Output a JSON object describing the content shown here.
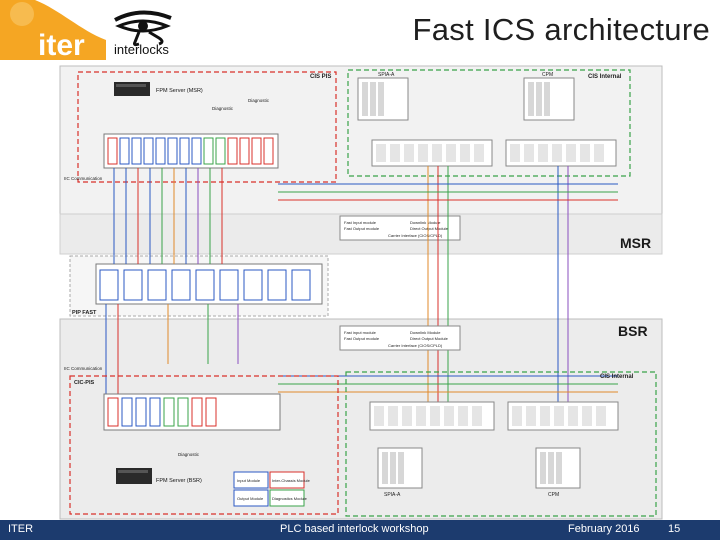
{
  "header": {
    "title": "Fast ICS architecture",
    "logo_text": "iter",
    "logo_subtext": "interlocks"
  },
  "diagram": {
    "zone_labels": {
      "cis_pis": "CIS PIS",
      "cis_internal_top": "CIS Internal",
      "spia_a_top": "SPIA-A",
      "cpm_top": "CPM",
      "msr": "MSR",
      "bsr": "BSR",
      "pip_fast": "PIP FAST",
      "cis_internal_bottom": "CIS Internal",
      "cic_pis": "CIC-PIS",
      "ic_comm_top": "IIC Communication",
      "ic_comm_bottom": "IIC Communication",
      "spia_a_bottom": "SPIA-A",
      "cpm_bottom": "CPM"
    },
    "server_labels": {
      "top": "FPM Server (MSR)",
      "bottom": "FPM Server (BSR)"
    },
    "diagnostic_labels": [
      "Diagnostic",
      "Diagnostic",
      "Diagnostic"
    ],
    "legend": {
      "input": "Input Module",
      "inter_chassis": "Inter-Chassis Module",
      "output": "Output Module",
      "diagnostic": "Diagnostics Module"
    },
    "interface_box_top": {
      "line1": "Fast Input module",
      "line2": "Fast Output module",
      "line3": "Downlink Module",
      "line4": "Direct Output Module",
      "line5": "Carrier Interface (CIOS/CPLD)"
    },
    "interface_box_bottom": {
      "line1": "Fast input module",
      "line2": "Fast Output module",
      "line3": "Downlink Module",
      "line4": "Direct Output Module",
      "line5": "Carrier Interface (CIOS/CPLD)"
    }
  },
  "footer": {
    "org": "ITER",
    "event": "PLC based interlock workshop",
    "date": "February 2016",
    "page": "15"
  },
  "colors": {
    "footer_bg": "#1c3b6e",
    "logo_orange": "#f5a623",
    "green_dash": "#3aa34a",
    "red_dash": "#d9312b",
    "rack_blue": "#2b59c3"
  }
}
